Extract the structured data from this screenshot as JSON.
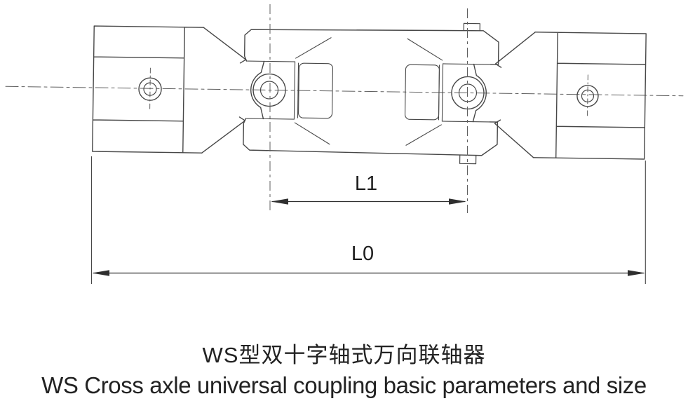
{
  "captions": {
    "chinese": "WS型双十字轴式万向联轴器",
    "english": "WS Cross axle universal coupling basic parameters and size"
  },
  "dimension_labels": {
    "inner_joint_span": "L1",
    "overall_length": "L0"
  },
  "colors": {
    "background": "#ffffff",
    "drawing_line": "#474747",
    "centerline": "#5f5f5f",
    "dimension_line": "#2f2f2f",
    "label_text": "#1e1e1e",
    "caption_text": "#222222"
  }
}
